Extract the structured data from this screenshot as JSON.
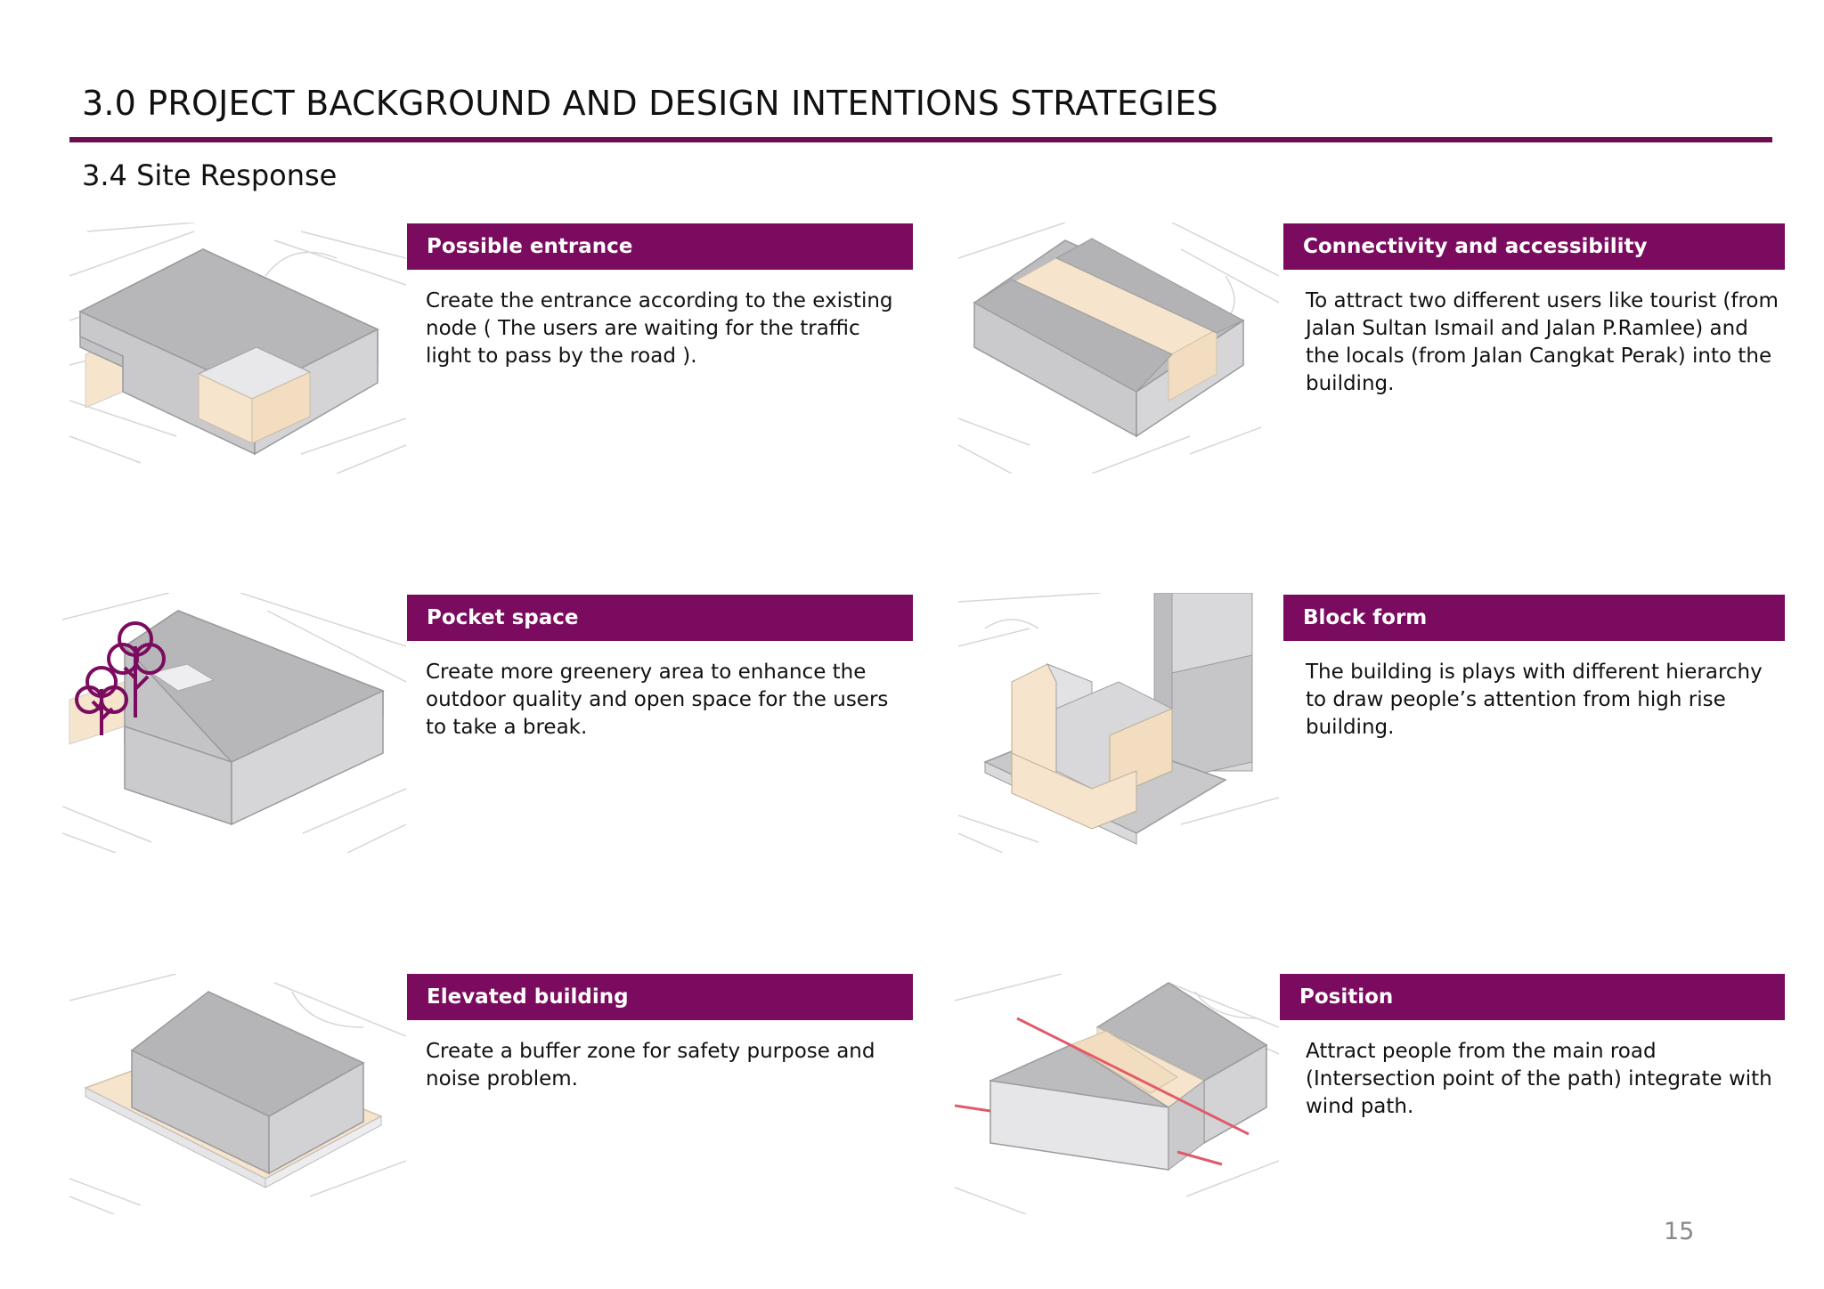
{
  "page": {
    "title": "3.0 PROJECT BACKGROUND AND DESIGN INTENTIONS STRATEGIES",
    "section": "3.4 Site Response",
    "page_number": "15"
  },
  "colors": {
    "accent": "#7a0b5e",
    "rule": "#6b0f4f",
    "block_gray": "#b9b9bb",
    "highlight_beige": "#f6e4cc",
    "wind_line": "#e05a6a"
  },
  "cards": [
    {
      "heading": "Possible entrance",
      "body": "Create the entrance according to the existing node ( The users are waiting for the traffic light to pass by the road ).",
      "icon": "building-entrance-diagram"
    },
    {
      "heading": "Connectivity and accessibility",
      "body": "To attract two different users like tourist (from Jalan Sultan Ismail and Jalan P.Ramlee) and the locals (from Jalan Cangkat Perak) into the building.",
      "icon": "building-connectivity-diagram"
    },
    {
      "heading": "Pocket space",
      "body": "Create more greenery area to enhance the outdoor quality and open space for the users to take a break.",
      "icon": "tree-icon"
    },
    {
      "heading": "Block form",
      "body": "The building is plays with different hierarchy to draw people’s attention from high rise building.",
      "icon": "building-block-form-diagram"
    },
    {
      "heading": "Elevated building",
      "body": "Create a buffer zone for safety purpose and noise problem.",
      "icon": "building-elevated-diagram"
    },
    {
      "heading": "Position",
      "body": "Attract people from the main road (Intersection point of the path) integrate with wind path.",
      "icon": "building-position-diagram"
    }
  ]
}
